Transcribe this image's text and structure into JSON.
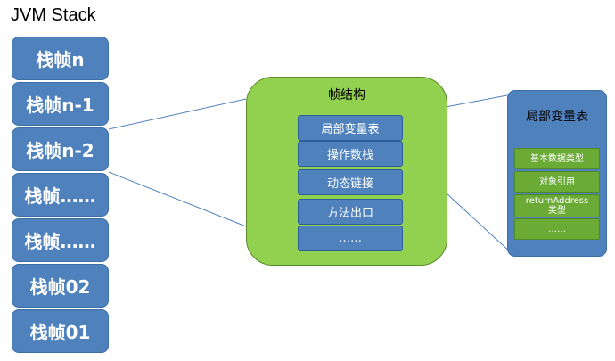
{
  "stack": {
    "title": "JVM Stack",
    "frames": [
      "栈帧n",
      "栈帧n-1",
      "栈帧n-2",
      "栈帧……",
      "栈帧……",
      "栈帧02",
      "栈帧01"
    ]
  },
  "frame_structure": {
    "title": "帧结构",
    "items": [
      "局部变量表",
      "操作数栈",
      "动态链接",
      "方法出口",
      "……"
    ]
  },
  "local_variable_table": {
    "title": "局部变量表",
    "items": [
      "基本数据类型",
      "对象引用",
      "returnAddress\n类型",
      "……"
    ]
  },
  "colors": {
    "frame_blue": "#4f81bd",
    "structure_green": "#92d050",
    "item_green": "#6aaa35",
    "connector": "#4f81bd"
  }
}
